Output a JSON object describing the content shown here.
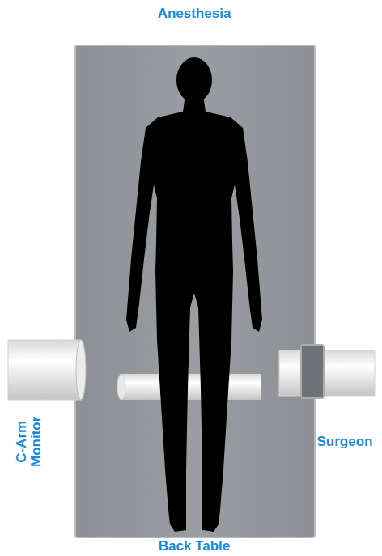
{
  "diagram": {
    "labels": [
      "Anesthesia",
      "C-Arm Monitor",
      "Surgeon",
      "Back Table"
    ]
  }
}
